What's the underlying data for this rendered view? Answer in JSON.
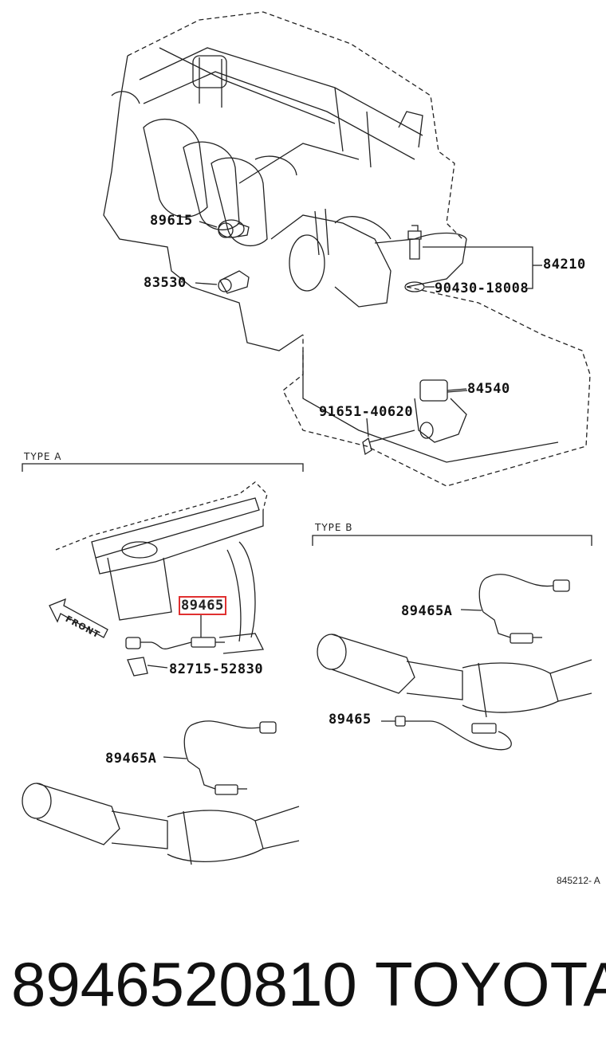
{
  "callouts": {
    "c89615": "89615",
    "c83530": "83530",
    "c84210": "84210",
    "c90430": "90430-18008",
    "c84540": "84540",
    "c91651": "91651-40620",
    "c89465_a": "89465",
    "c82715": "82715-52830",
    "c89465A_b": "89465A",
    "c89465_b": "89465",
    "c89465A_a": "89465A"
  },
  "labels": {
    "type_a": "TYPE A",
    "type_b": "TYPE B",
    "front": "FRONT",
    "ref": "845212- A"
  },
  "footer": {
    "part_number": "8946520810",
    "brand": "TOYOTA"
  },
  "colors": {
    "line": "#222222",
    "highlight": "#e03030"
  }
}
